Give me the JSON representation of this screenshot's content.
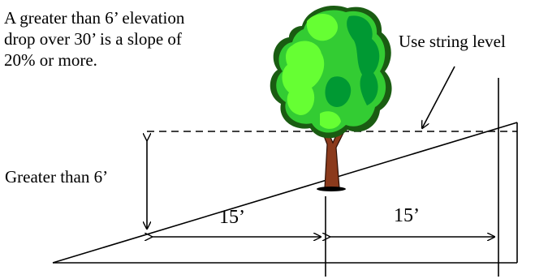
{
  "note": {
    "lines": [
      "A greater than 6’ elevation",
      "drop over 30’ is a slope of",
      "20% or more."
    ]
  },
  "labels": {
    "string_level": "Use string level",
    "rise": "Greater than 6’",
    "run_left": "15’",
    "run_right": "15’"
  },
  "colors": {
    "line": "#000000",
    "trunk": "#8b3a1c",
    "foliage_light": "#66ff33",
    "foliage_mid": "#33cc33",
    "foliage_dark": "#009933"
  },
  "icons": {
    "tree": "tree-clipart-icon"
  }
}
